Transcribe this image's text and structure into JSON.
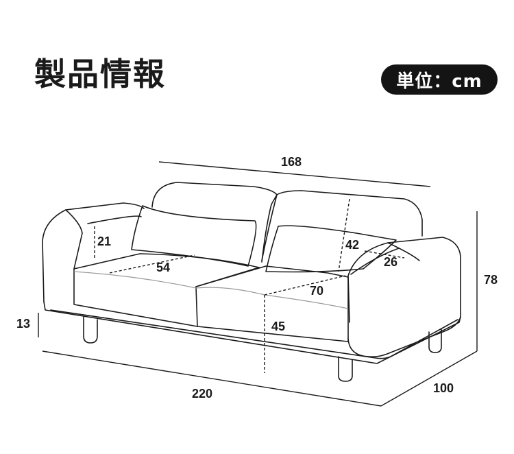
{
  "header": {
    "title": "製品情報",
    "unit": "単位：cm"
  },
  "dimensions": {
    "back_width": "168",
    "total_width": "220",
    "depth": "100",
    "height": "78",
    "arm_height": "21",
    "seat_depth": "54",
    "back_height": "42",
    "arm_width": "26",
    "seat_width": "70",
    "seat_height": "45",
    "leg_height": "13"
  },
  "colors": {
    "line": "#1a1a1a",
    "seam": "#9a9a9a",
    "badge": "#141414"
  }
}
